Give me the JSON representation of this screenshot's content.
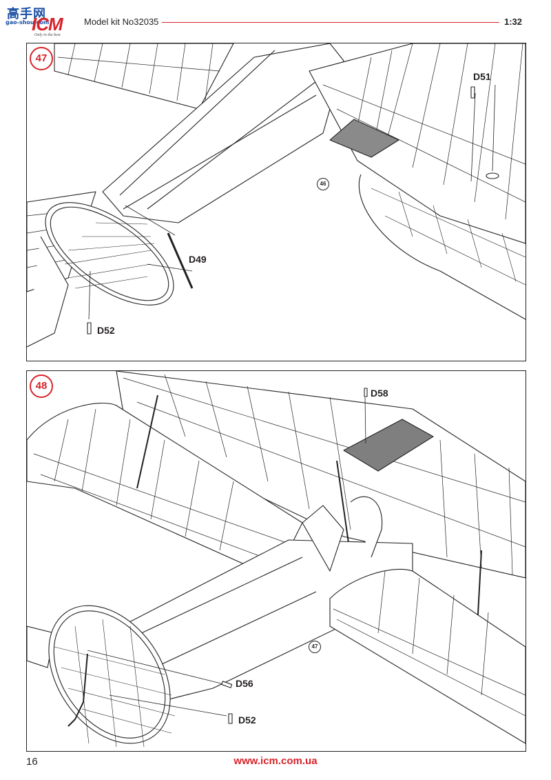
{
  "header": {
    "logo_cn": "高手网",
    "logo_url": "gao-shou.com",
    "logo_brand": "ICM",
    "logo_tagline": "Only in the best",
    "kit_title": "Model kit No32035",
    "scale": "1:32"
  },
  "steps": [
    {
      "number": "47",
      "parts": {
        "d51": "D51",
        "d49": "D49",
        "d52": "D52"
      },
      "reference_step": "46"
    },
    {
      "number": "48",
      "parts": {
        "d58": "D58",
        "d56": "D56",
        "d52": "D52"
      },
      "reference_step": "47"
    }
  ],
  "footer": {
    "page_number": "16",
    "website": "www.icm.com.ua"
  },
  "colors": {
    "accent": "#d8232a",
    "ink": "#231f20",
    "brand_blue": "#1a4fa3"
  }
}
